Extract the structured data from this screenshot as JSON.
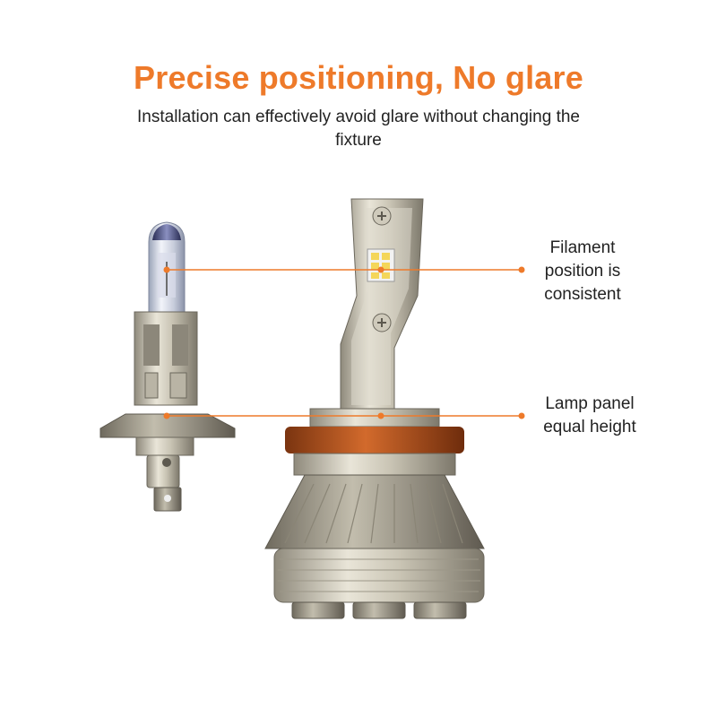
{
  "header": {
    "title": "Precise positioning, No glare",
    "subtitle": "Installation can effectively avoid glare without changing the fixture"
  },
  "callouts": {
    "filament": "Filament position is consistent",
    "lamp_panel": "Lamp panel equal height"
  },
  "colors": {
    "accent": "#ee7a2a",
    "text": "#222222"
  },
  "icons": {
    "halogen_bulb": "halogen-h1-bulb-icon",
    "led_bulb": "led-h11-bulb-icon"
  }
}
